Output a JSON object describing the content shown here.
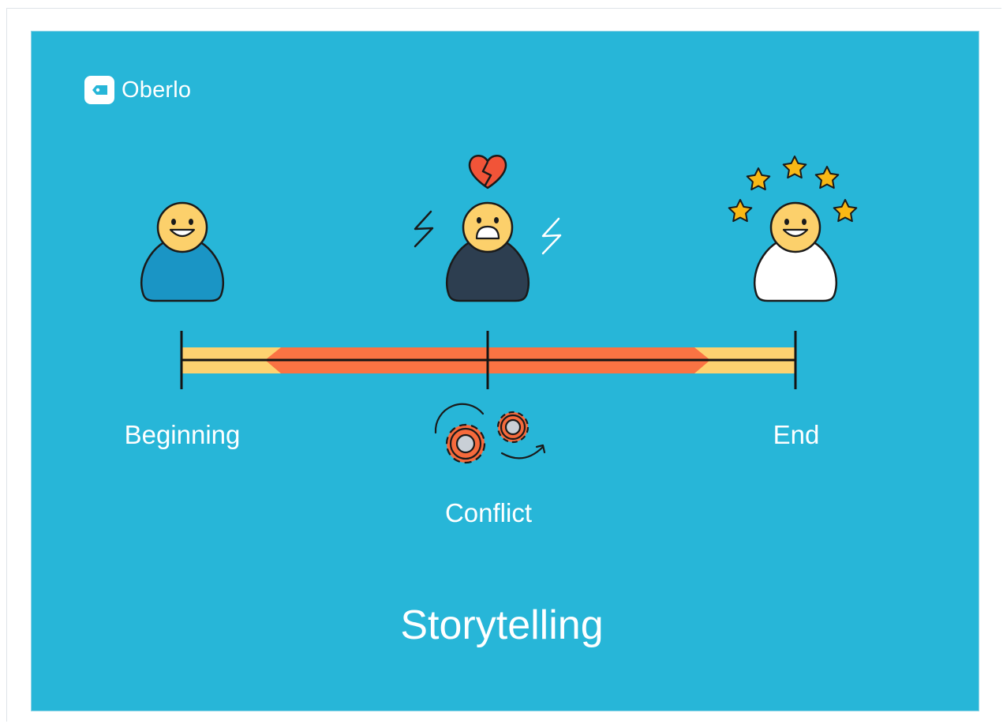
{
  "brand": {
    "name": "Oberlo",
    "icon": "oberlo-tag-icon"
  },
  "colors": {
    "background": "#27b6d8",
    "timeline_outer": "#fdd270",
    "timeline_inner": "#fa7343",
    "face": "#fcd06b",
    "person_beginning": "#1a95c5",
    "person_conflict": "#2d3e50",
    "person_end": "#ffffff",
    "heart": "#f15438",
    "star": "#f9b815",
    "gear": "#f66a3c"
  },
  "stages": [
    {
      "label": "Beginning",
      "mood": "happy"
    },
    {
      "label": "Conflict",
      "mood": "upset",
      "icons": [
        "broken-heart-icon",
        "lightning-icon",
        "gears-icon"
      ]
    },
    {
      "label": "End",
      "mood": "delighted",
      "icons": [
        "stars-icon"
      ]
    }
  ],
  "title": "Storytelling"
}
